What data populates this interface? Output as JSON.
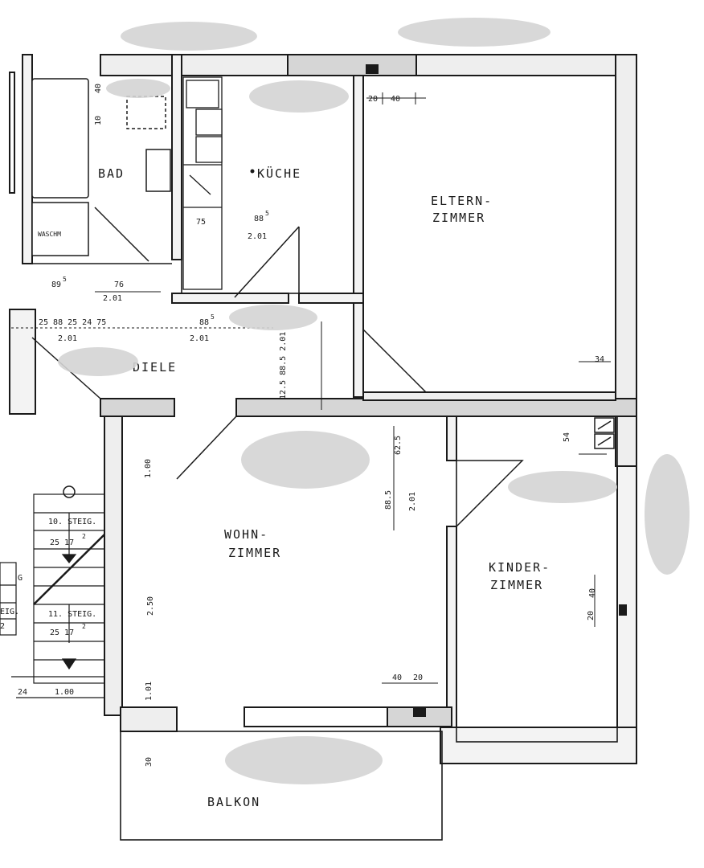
{
  "rooms": {
    "bad": "BAD",
    "kueche": "KÜCHE",
    "eltern_1": "ELTERN-",
    "eltern_2": "ZIMMER",
    "diele": "DIELE",
    "wohn_1": "WOHN-",
    "wohn_2": "ZIMMER",
    "kinder_1": "KINDER-",
    "kinder_2": "ZIMMER",
    "balkon": "BALKON",
    "waschm": "WASCHM"
  },
  "dimensions": {
    "bad_40": "40",
    "bad_10": "10",
    "kueche_75": "75",
    "kueche_885": "88",
    "kueche_885_sup": "5",
    "kueche_201": "2.01",
    "eltern_20": "20",
    "eltern_40": "40",
    "eltern_34": "34",
    "diele_895": "89",
    "diele_895_sup": "5",
    "diele_76": "76",
    "diele_201a": "2.01",
    "diele_chain": "25 88 25 24 75",
    "diele_201b": "2.01",
    "diele_885": "88",
    "diele_885_sup": "5",
    "diele_201c": "2.01",
    "diele_vert": "12.5 88.5 2.01",
    "wohn_100": "1.00",
    "wohn_625": "62.5",
    "wohn_885": "88.5",
    "wohn_201": "2.01",
    "wohn_250": "2.50",
    "wohn_101": "1.01",
    "wohn_40": "40",
    "wohn_20": "20",
    "wohn_54": "54",
    "kinder_40": "40",
    "kinder_20": "20",
    "balkon_30": "30",
    "stair_100": "1.00",
    "stair_24": "24"
  },
  "stairs": {
    "upper_label": "10. STEIG.",
    "upper_dims": "25 17",
    "upper_sup": "2",
    "lower_label": "11. STEIG.",
    "lower_dims": "25 17",
    "lower_sup": "2",
    "left_g": "G",
    "left_steig": "EIG.",
    "left_2": "2"
  }
}
